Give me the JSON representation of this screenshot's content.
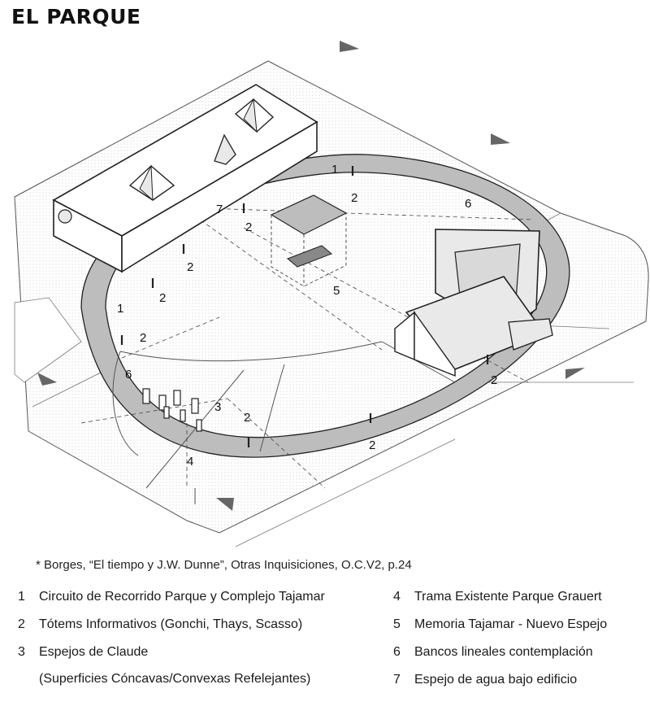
{
  "title": "EL PARQUE",
  "citation": "* Borges, “El tiempo y J.W. Dunne”, Otras Inquisiciones, O.C.V2, p.24",
  "colors": {
    "gray_fill": "#bdbdbd",
    "light_fill": "#e9e9e9",
    "line": "#222222",
    "arrow": "#666666"
  },
  "diagram_labels": {
    "l1": "1",
    "l2": "1",
    "l3": "2",
    "l4": "2",
    "l5": "2",
    "l6": "2",
    "l7": "2",
    "l8": "2",
    "l9": "2",
    "l10": "2",
    "l11": "3",
    "l12": "4",
    "l13": "5",
    "l14": "6",
    "l15": "6",
    "l16": "7"
  },
  "legend": {
    "left": [
      {
        "num": "1",
        "text": "Circuito de Recorrido Parque y Complejo Tajamar"
      },
      {
        "num": "2",
        "text": "Tótems Informativos (Gonchi, Thays, Scasso)"
      },
      {
        "num": "3",
        "text": "Espejos de Claude",
        "sub": "(Superficies Cóncavas/Convexas Refelejantes)"
      }
    ],
    "right": [
      {
        "num": "4",
        "text": "Trama Existente Parque Grauert"
      },
      {
        "num": "5",
        "text": "Memoria Tajamar - Nuevo Espejo"
      },
      {
        "num": "6",
        "text": "Bancos lineales contemplación"
      },
      {
        "num": "7",
        "text": "Espejo de agua bajo edificio"
      }
    ]
  }
}
